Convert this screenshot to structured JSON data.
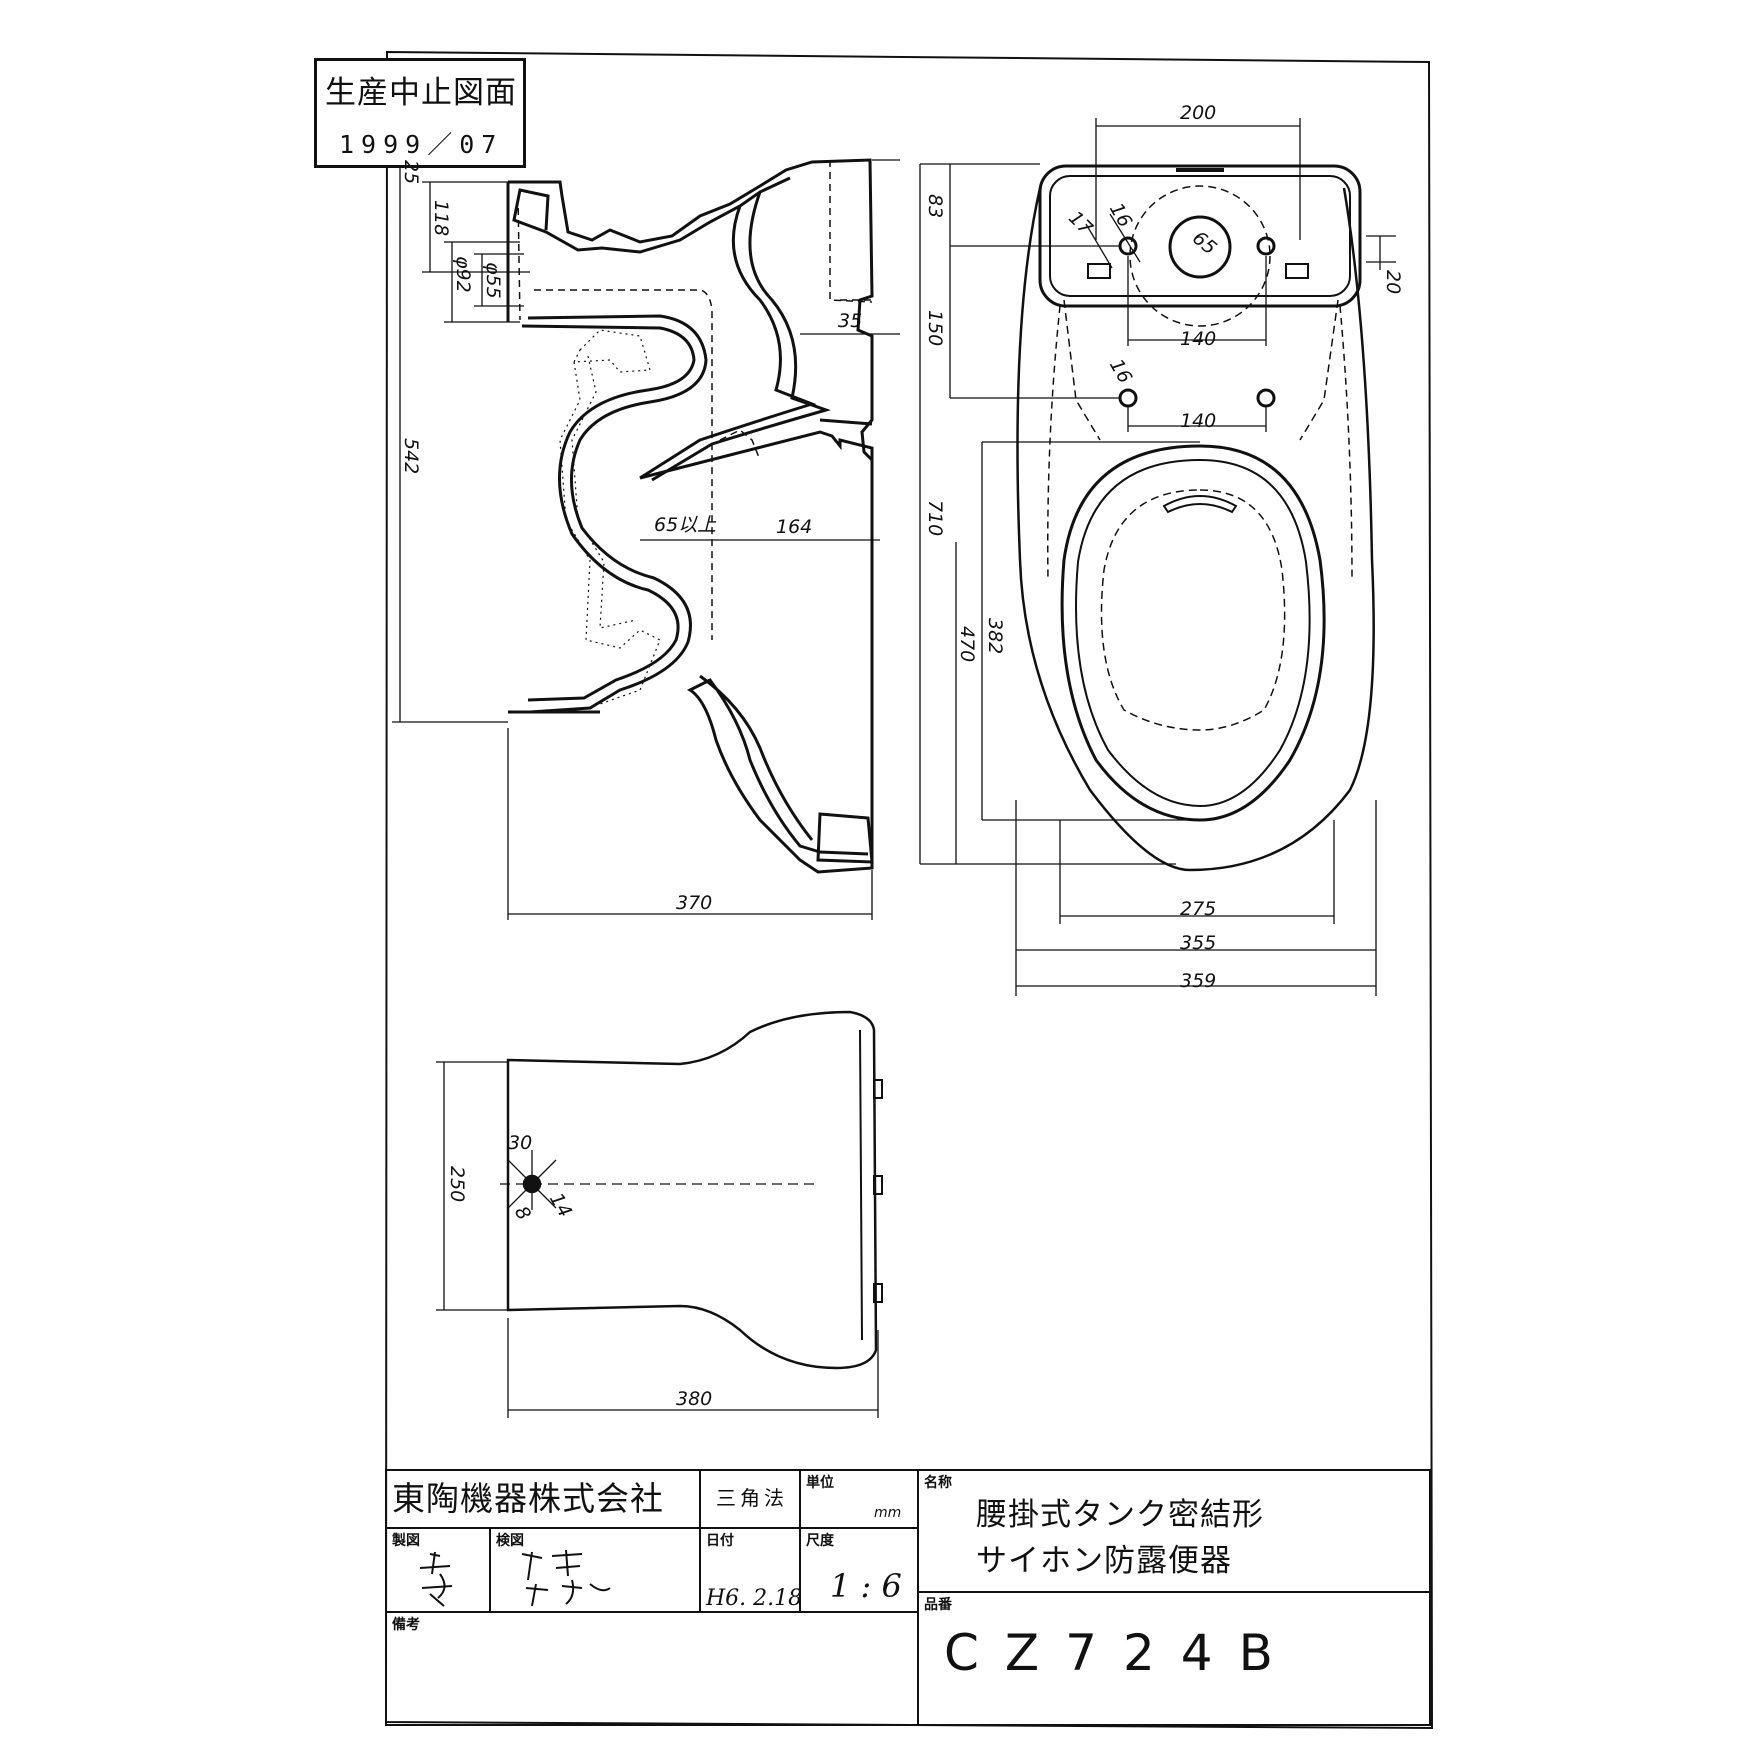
{
  "stamp": {
    "title": "生産中止図面",
    "date": "1999／07"
  },
  "dimensions": {
    "side_view": {
      "d25": "25",
      "d118": "118",
      "d92": "φ92",
      "d55": "φ55",
      "d542": "542",
      "d35": "35",
      "d65": "65以上",
      "d164": "164",
      "d370": "370"
    },
    "top_view": {
      "d200": "200",
      "d83": "83",
      "d17": "17",
      "d16a": "16",
      "d65": "65",
      "d20": "20",
      "d140a": "140",
      "d150": "150",
      "d16b": "16",
      "d140b": "140",
      "d710": "710",
      "d470": "470",
      "d382": "382",
      "d275": "275",
      "d355": "355",
      "d359": "359"
    },
    "bottom_view": {
      "d30": "30",
      "d14": "14",
      "d8": "8",
      "d250": "250",
      "d380": "380"
    }
  },
  "title_block": {
    "company": "東陶機器株式会社",
    "projection": "三角法",
    "unit_label": "単位",
    "unit_value": "mm",
    "name_label": "名称",
    "product_name_line1": "腰掛式タンク密結形",
    "product_name_line2": "サイホン防露便器",
    "drawn_label": "製図",
    "checked_label": "検図",
    "date_label": "日付",
    "date_value": "H6. 2.18",
    "scale_label": "尺度",
    "scale_value": "1 : 6",
    "part_number_label": "品番",
    "part_number": "CZ724B",
    "remarks_label": "備考"
  }
}
